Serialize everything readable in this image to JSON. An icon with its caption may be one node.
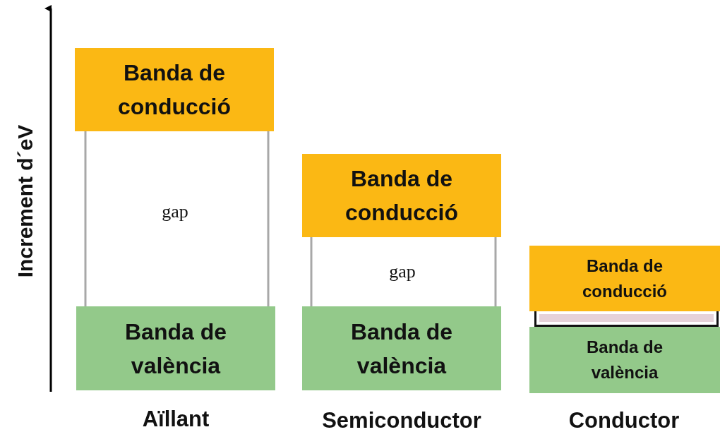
{
  "diagram": {
    "nodes": [
      {
        "text": [
          "Banda de conducció"
        ]
      },
      {
        "text": [
          "Banda de valència"
        ]
      },
      {
        "text": [
          "Banda de conducció"
        ]
      },
      {
        "text": [
          "Banda de valència"
        ]
      },
      {
        "text": [
          "Banda de conducció"
        ]
      },
      {
        "text": [],
        "shape": "bar"
      },
      {
        "text": [
          "Banda de valència"
        ]
      }
    ],
    "edges": [
      {
        "from": 0,
        "to": 1,
        "arrow": "none"
      },
      {
        "from": 0,
        "to": 1,
        "arrow": "none"
      },
      {
        "from": 2,
        "to": 3,
        "arrow": "none"
      },
      {
        "from": 2,
        "to": 3,
        "arrow": "none"
      }
    ],
    "labels": [
      "Increment d´eV",
      "gap",
      "gap",
      "Aïllant",
      "Semiconductor",
      "Conductor"
    ]
  }
}
